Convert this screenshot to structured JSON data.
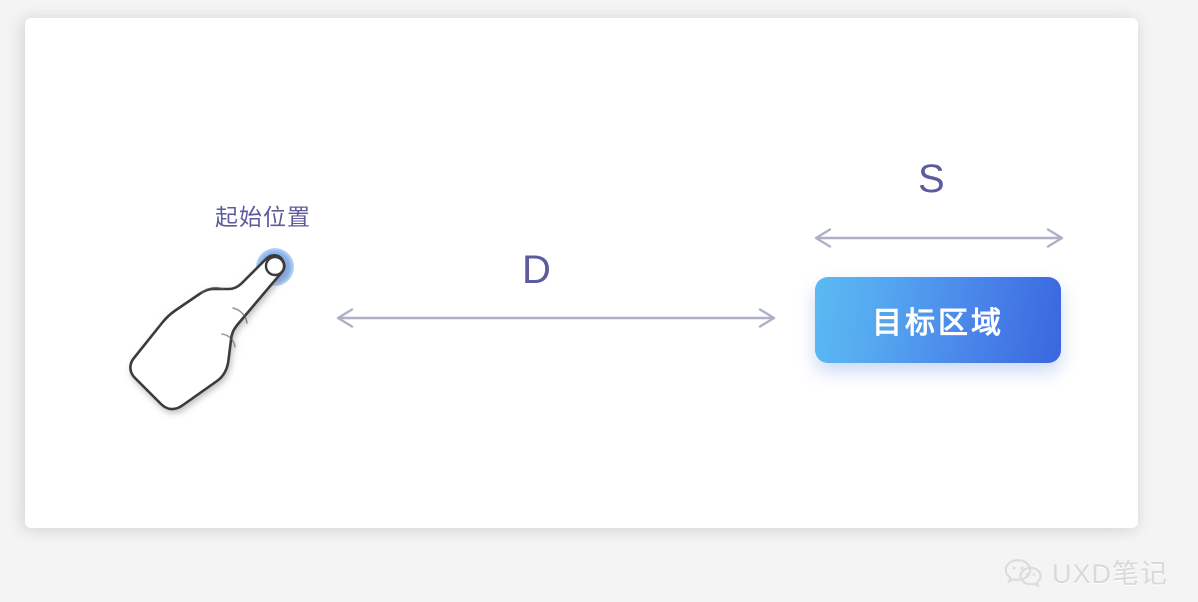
{
  "canvas": {
    "background_color": "#f4f4f5",
    "card_color": "#ffffff"
  },
  "annotations": {
    "start_label": "起始位置",
    "distance_label": "D",
    "size_label": "S"
  },
  "target": {
    "label": "目标区域",
    "gradient_from": "#5bbaf2",
    "gradient_to": "#3a66de",
    "text_color": "#ffffff"
  },
  "colors": {
    "annotation_text": "#5b5b9e",
    "arrow_line": "#aeb0c8",
    "tap_halo": "#6ea0eb",
    "hand_stroke": "#3a3a3a",
    "watermark_text": "#d9d9dc"
  },
  "icons": {
    "hand": "pointing-hand-icon",
    "tap": "tap-ripple-icon",
    "wechat": "wechat-logo-icon"
  },
  "watermark": {
    "text": "UXD笔记"
  }
}
